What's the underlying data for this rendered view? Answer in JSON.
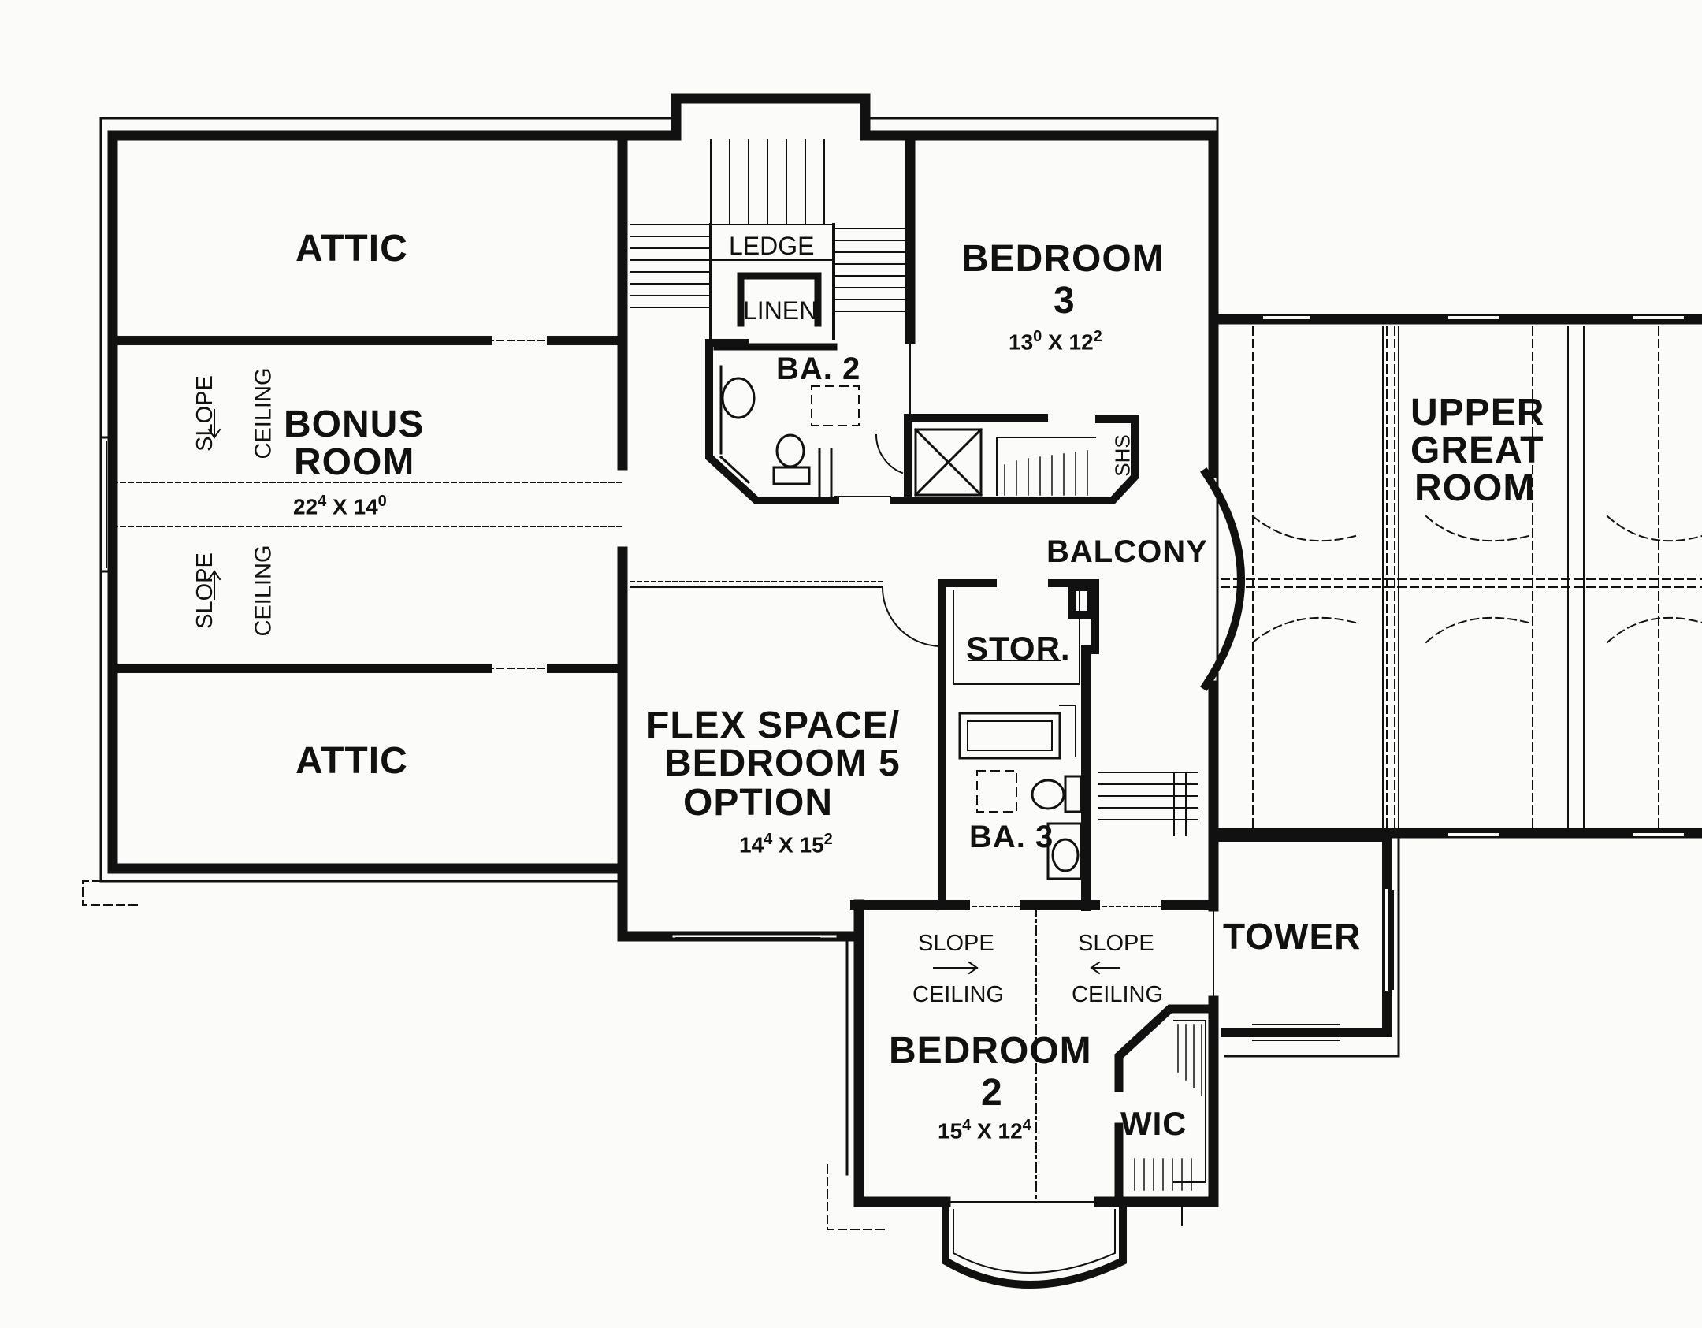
{
  "rooms": {
    "attic_top": "ATTIC",
    "bonus_line1": "BONUS",
    "bonus_line2": "ROOM",
    "bonus_dim": {
      "a": "22",
      "a_sup": "4",
      "x": " X ",
      "b": "14",
      "b_sup": "0"
    },
    "attic_bottom": "ATTIC",
    "ledge": "LEDGE",
    "linen": "LINEN",
    "bath2": "BA. 2",
    "bedroom3_line1": "BEDROOM",
    "bedroom3_line2": "3",
    "bedroom3_dim": {
      "a": "13",
      "a_sup": "0",
      "x": " X ",
      "b": "12",
      "b_sup": "2"
    },
    "shs": "SHS",
    "upper_great_line1": "UPPER",
    "upper_great_line2": "GREAT",
    "upper_great_line3": "ROOM",
    "balcony": "BALCONY",
    "stor": "STOR.",
    "flex_line1": "FLEX SPACE/",
    "flex_line2": "BEDROOM 5",
    "flex_line3": "OPTION",
    "flex_dim": {
      "a": "14",
      "a_sup": "4",
      "x": " X ",
      "b": "15",
      "b_sup": "2"
    },
    "bath3": "BA. 3",
    "tower": "TOWER",
    "bedroom2_line1": "BEDROOM",
    "bedroom2_line2": "2",
    "bedroom2_dim": {
      "a": "15",
      "a_sup": "4",
      "x": " X ",
      "b": "12",
      "b_sup": "4"
    },
    "wic": "WIC"
  },
  "notes": {
    "slope": "SLOPE",
    "ceiling": "CEILING"
  },
  "colors": {
    "wall": "#111111",
    "background": "#fbfbf9"
  }
}
